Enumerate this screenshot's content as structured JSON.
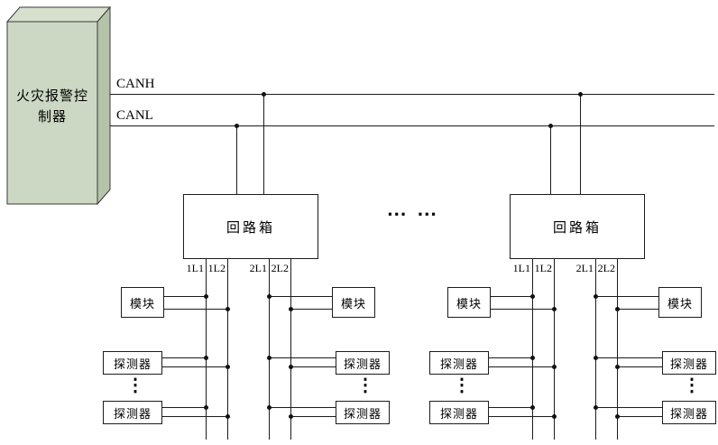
{
  "controller": {
    "line1": "火灾报警控",
    "line2": "制器"
  },
  "bus": {
    "canh_label": "CANH",
    "canl_label": "CANL"
  },
  "dots_between": "⋯ ⋯",
  "colors": {
    "line": "#1c1c1c",
    "controller_front": "#ccd8c3",
    "controller_top": "#d6e0cd",
    "controller_side": "#b5c3ab"
  },
  "loop_groups": [
    {
      "box_label": "回路箱",
      "ports": [
        "1L1",
        "1L2",
        "2L1",
        "2L2"
      ],
      "left_module": "模块",
      "left_detector_top": "探测器",
      "left_detector_bottom": "探测器",
      "left_vdots": "⋮",
      "right_module": "模块",
      "right_detector_top": "探测器",
      "right_detector_bottom": "探测器",
      "right_vdots": "⋮"
    },
    {
      "box_label": "回路箱",
      "ports": [
        "1L1",
        "1L2",
        "2L1",
        "2L2"
      ],
      "left_module": "模块",
      "left_detector_top": "探测器",
      "left_detector_bottom": "探测器",
      "left_vdots": "⋮",
      "right_module": "模块",
      "right_detector_top": "探测器",
      "right_detector_bottom": "探测器",
      "right_vdots": "⋮"
    }
  ]
}
